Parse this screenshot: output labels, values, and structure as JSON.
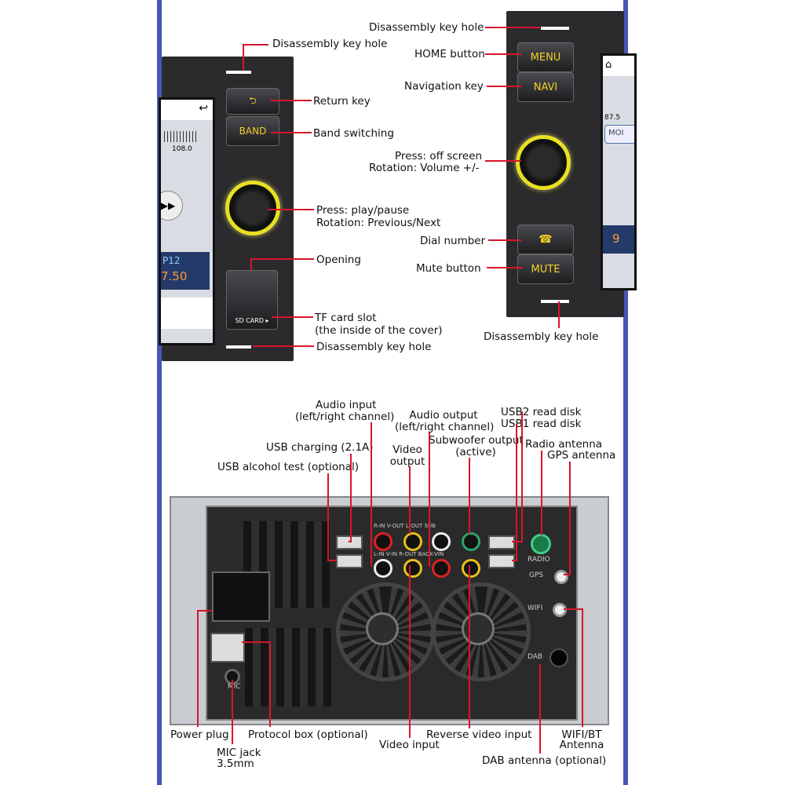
{
  "front_left": {
    "buttons": {
      "return": "⮌",
      "band": "BAND",
      "sd_card": "SD CARD ▸"
    },
    "screen": {
      "back": "↩",
      "freq": "108.0",
      "preset": "P12",
      "value": "7.50"
    },
    "labels": {
      "disassembly_top": "Disassembly key hole",
      "return_key": "Return key",
      "band_switching": "Band switching",
      "knob_1": "Press: play/pause",
      "knob_2": "Rotation: Previous/Next",
      "opening": "Opening",
      "tf_1": "TF card slot",
      "tf_2": "(the inside of the cover)",
      "disassembly_bottom": "Disassembly key hole"
    }
  },
  "front_right": {
    "buttons": {
      "menu": "MENU",
      "navi": "NAVI",
      "phone": "☎",
      "mute": "MUTE"
    },
    "screen": {
      "freq": "87.5",
      "mode": "MOI",
      "value": "9"
    },
    "labels": {
      "disassembly_top": "Disassembly key hole",
      "home": "HOME button",
      "navigation": "Navigation key",
      "knob_1": "Press: off screen",
      "knob_2": "Rotation: Volume +/-",
      "dial": "Dial number",
      "mute": "Mute button",
      "disassembly_bottom": "Disassembly key hole"
    }
  },
  "rear": {
    "top_labels": {
      "audio_in_1": "Audio input",
      "audio_in_2": "(left/right channel)",
      "audio_out_1": "Audio output",
      "audio_out_2": "(left/right channel)",
      "usb2": "USB2 read disk",
      "usb1": "USB1 read disk",
      "usb_charging": "USB charging (2.1A)",
      "video_out_1": "Video",
      "video_out_2": "output",
      "sub_1": "Subwoofer output",
      "sub_2": "(active)",
      "radio_ant": "Radio antenna",
      "gps_ant": "GPS antenna",
      "usb_alcohol": "USB alcohol test (optional)"
    },
    "bottom_labels": {
      "power": "Power plug",
      "protocol": "Protocol box (optional)",
      "video_in": "Video input",
      "reverse": "Reverse video input",
      "wifi_1": "WIFI/BT",
      "wifi_2": "Antenna",
      "mic_1": "MIC jack",
      "mic_2": "3.5mm",
      "dab": "DAB antenna (optional)"
    },
    "panel_tags": {
      "rca_top": "R-IN   V-OUT   L-OUT   SUB",
      "rca_bottom": "L-IN   V-IN   R-OUT   BACK-VIN",
      "radio": "RADIO",
      "gps": "GPS",
      "wifi": "WIFI",
      "dab": "DAB",
      "mic": "MIC"
    }
  }
}
